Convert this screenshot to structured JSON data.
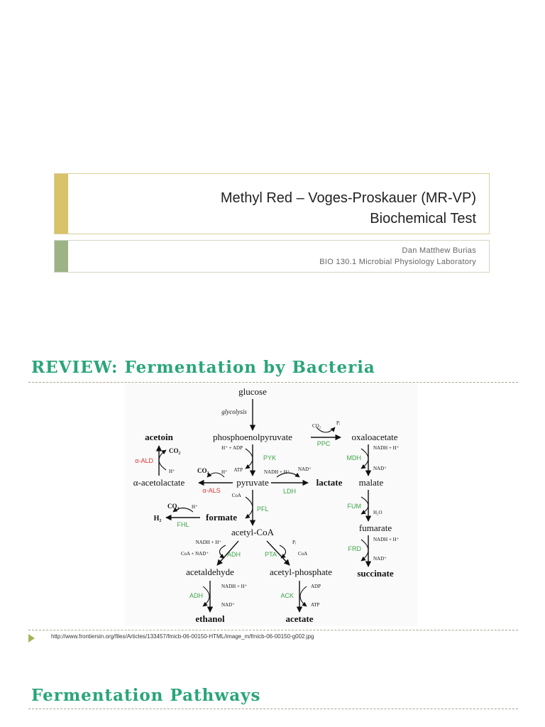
{
  "title": {
    "line1": "Methyl Red – Voges-Proskauer (MR-VP)",
    "line2": "Biochemical Test"
  },
  "subtitle": {
    "author": "Dan Matthew Burias",
    "course": "BIO 130.1 Microbial Physiology Laboratory"
  },
  "section1": {
    "heading": "REVIEW: Fermentation by Bacteria"
  },
  "diagram": {
    "nodes": {
      "glucose": "glucose",
      "glycolysis": "glycolysis",
      "pep": "phosphoenolpyruvate",
      "oxaloacetate": "oxaloacetate",
      "acetoin": "acetoin",
      "acetolactate": "α-acetolactate",
      "pyruvate": "pyruvate",
      "lactate": "lactate",
      "malate": "malate",
      "h2": "H₂",
      "formate": "formate",
      "fumarate": "fumarate",
      "acetyl_coa": "acetyl-CoA",
      "acetaldehyde": "acetaldehyde",
      "acetyl_phosphate": "acetyl-phosphate",
      "succinate": "succinate",
      "ethanol": "ethanol",
      "acetate": "acetate"
    },
    "enzymes": {
      "ppc": "PPC",
      "pyk": "PYK",
      "mdh": "MDH",
      "a_ald": "α-ALD",
      "a_als": "α-ALS",
      "ldh": "LDH",
      "pfl": "PFL",
      "fum": "FUM",
      "fhl": "FHL",
      "frd": "FRD",
      "adh1": "ADH",
      "pta": "PTA",
      "adh2": "ADH",
      "ack": "ACK"
    },
    "cofactors": {
      "co2_ppc": "CO₂",
      "pi_ppc": "Pᵢ",
      "h_adp": "H⁺ + ADP",
      "atp_pyk": "ATP",
      "nadh_mdh": "NADH + H⁺",
      "nad_mdh": "NAD⁺",
      "co2_acetoin": "CO₂",
      "h_acetoin": "H⁺",
      "co2_als": "CO₂",
      "h_als": "H⁺",
      "nadh_ldh": "NADH + H⁺",
      "nad_ldh": "NAD⁺",
      "coa_pfl": "CoA",
      "h2o_fum": "H₂O",
      "co2_fhl": "CO₂",
      "h_fhl": "H⁺",
      "nadh_frd": "NADH + H⁺",
      "nad_frd": "NAD⁺",
      "nadh_adh1": "NADH + H⁺",
      "coa_nad_adh1": "CoA + NAD⁺",
      "pi_pta": "Pᵢ",
      "coa_pta": "CoA",
      "nadh_adh2": "NADH + H⁺",
      "nad_adh2": "NAD⁺",
      "adp_ack": "ADP",
      "atp_ack": "ATP"
    },
    "colors": {
      "enzyme": "#3aa546",
      "enzyme_red": "#d33",
      "text": "#111"
    }
  },
  "source_url": "http://www.frontiersin.org/files/Articles/133457/fmicb-06-00150-HTML/image_m/fmicb-06-00150-g002.jpg",
  "section2": {
    "heading": "Fermentation Pathways"
  }
}
